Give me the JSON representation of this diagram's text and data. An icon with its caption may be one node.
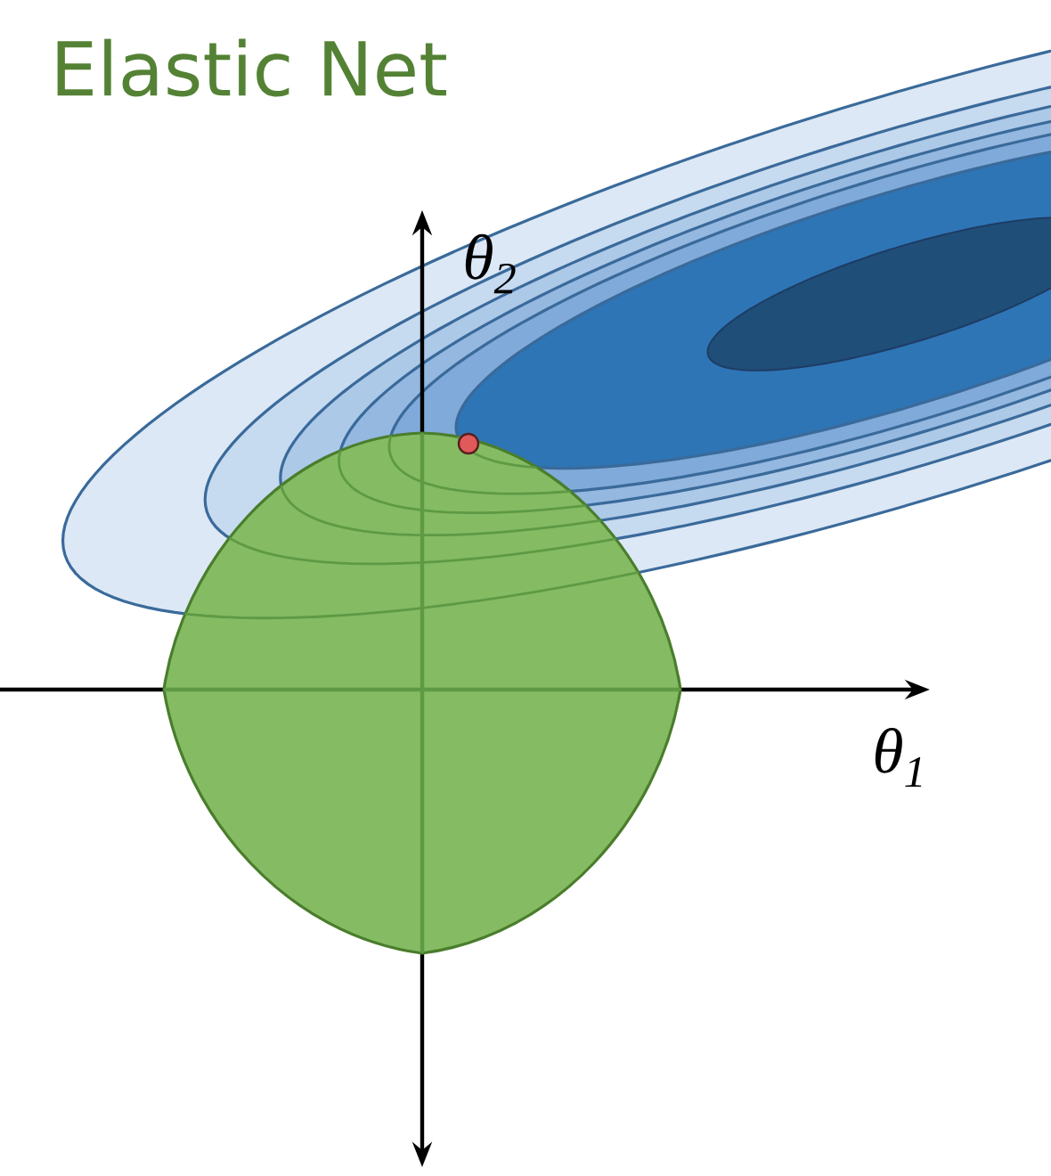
{
  "diagram": {
    "title": "Elastic Net",
    "labels": [
      "θ$_{2}$",
      "θ$_{1}$"
    ]
  }
}
